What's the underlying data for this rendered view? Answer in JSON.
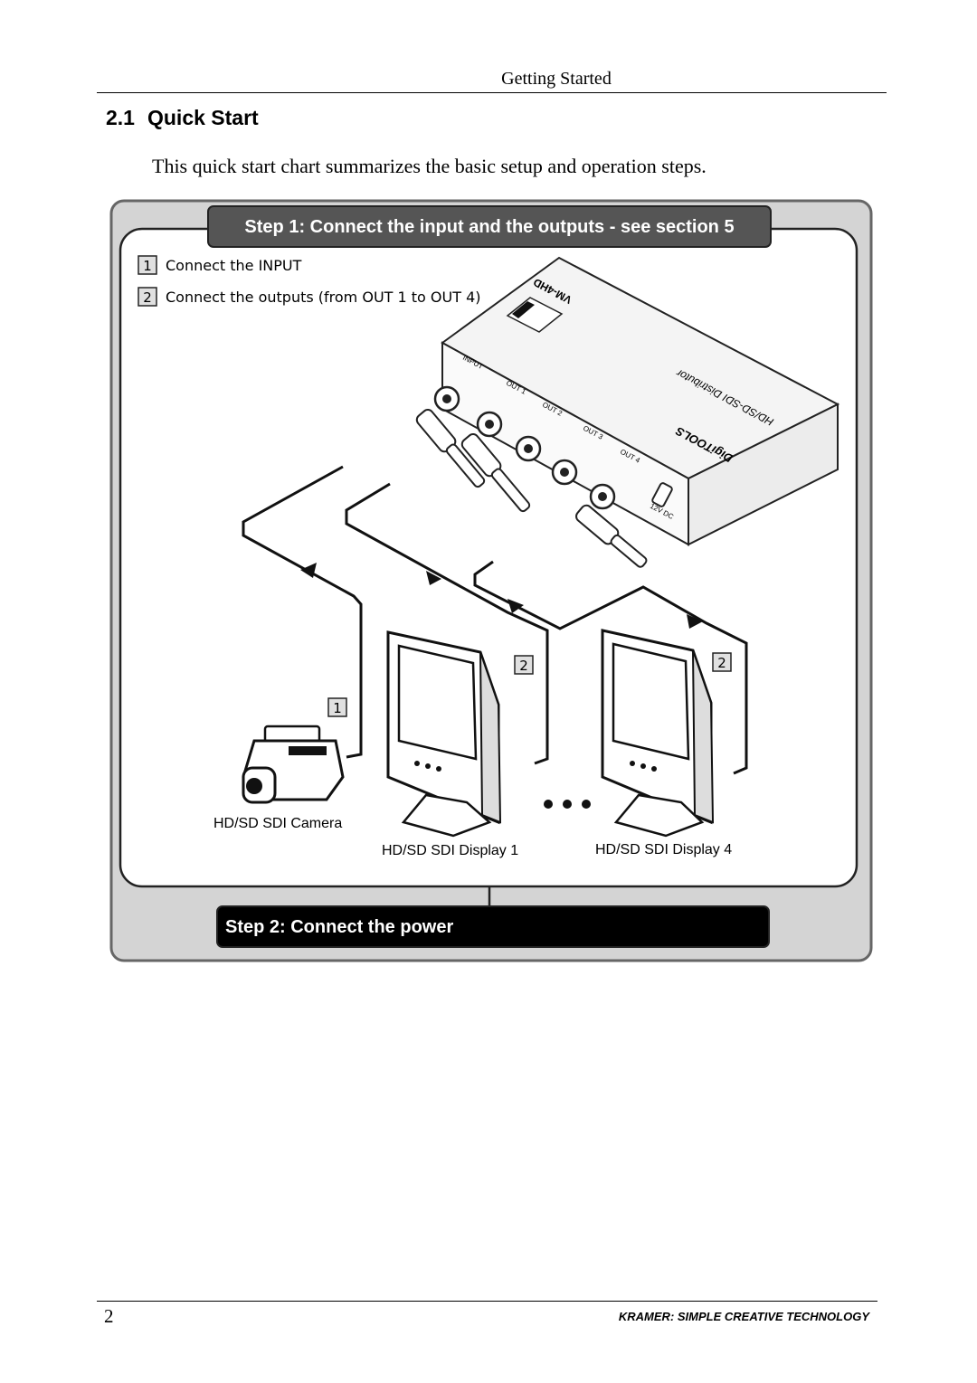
{
  "header": {
    "title": "Getting Started"
  },
  "section": {
    "number": "2.1",
    "title": "Quick Start"
  },
  "intro": "This quick start chart summarizes the basic setup and operation steps.",
  "diagram": {
    "step1_title": "Step 1: Connect the input and the outputs - see section 5",
    "instructions": [
      {
        "num": "1",
        "text": "Connect the INPUT"
      },
      {
        "num": "2",
        "text": "Connect the outputs (from OUT 1 to OUT 4)"
      }
    ],
    "device": {
      "model": "VM-4HD",
      "name": "HD/SD-SDI Distributor",
      "brand": "DigiTOOLS",
      "input_label": "INPUT",
      "outputs": [
        "OUT 1",
        "OUT 2",
        "OUT 3",
        "OUT 4"
      ],
      "power_label": "12V DC"
    },
    "camera_label": "HD/SD SDI Camera",
    "display1_label": "HD/SD SDI Display 1",
    "display4_label": "HD/SD SDI Display 4",
    "camera_badge": "1",
    "display_badge": "2",
    "step2_title": "Step 2: Connect the power"
  },
  "footer": {
    "page_number": "2",
    "brand": "KRAMER:  SIMPLE CREATIVE TECHNOLOGY"
  }
}
